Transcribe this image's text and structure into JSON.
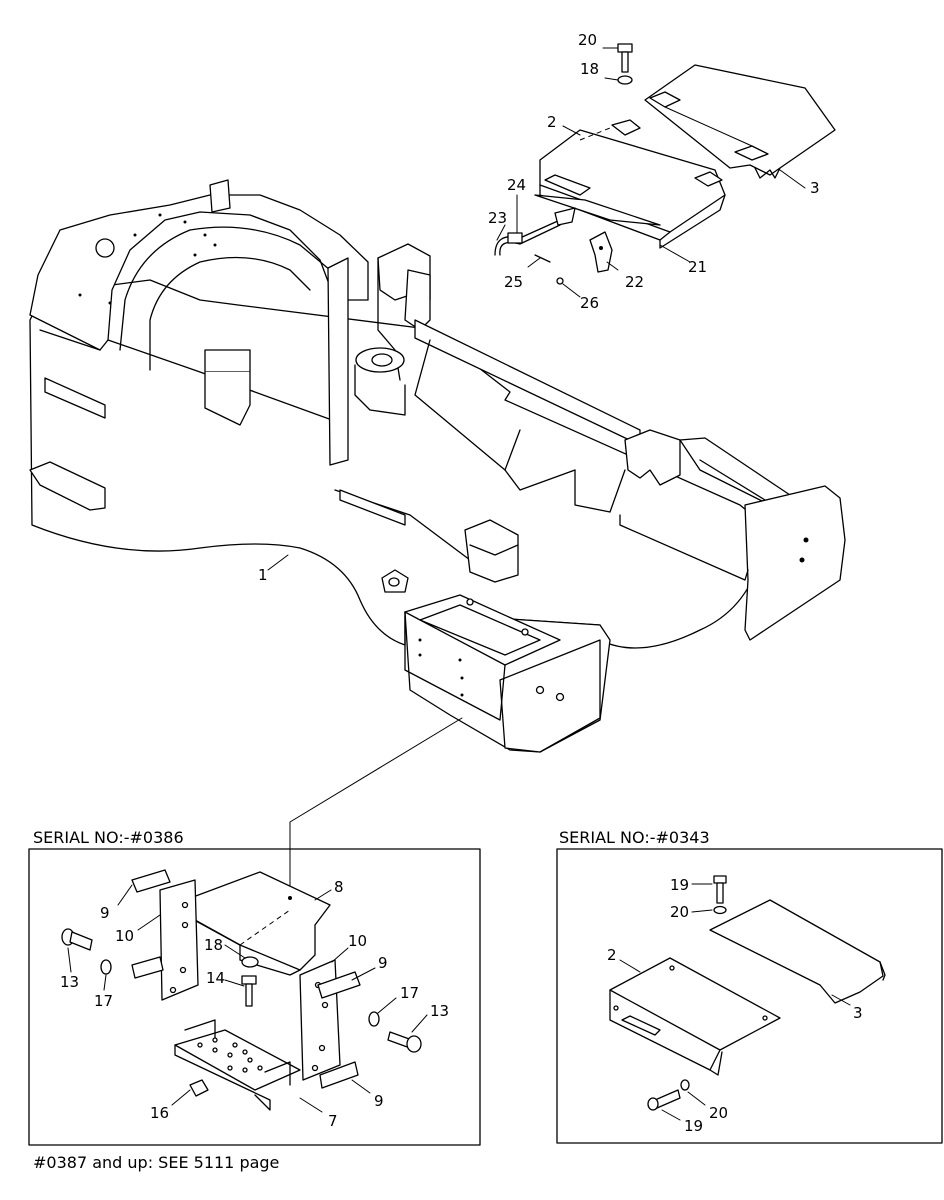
{
  "callouts": {
    "main": [
      {
        "id": "c20a",
        "text": "20"
      },
      {
        "id": "c18a",
        "text": "18"
      },
      {
        "id": "c2a",
        "text": "2"
      },
      {
        "id": "c3a",
        "text": "3"
      },
      {
        "id": "c24",
        "text": "24"
      },
      {
        "id": "c23",
        "text": "23"
      },
      {
        "id": "c25",
        "text": "25"
      },
      {
        "id": "c22",
        "text": "22"
      },
      {
        "id": "c21",
        "text": "21"
      },
      {
        "id": "c26",
        "text": "26"
      },
      {
        "id": "c1",
        "text": "1"
      }
    ],
    "left_box": [
      {
        "id": "c9a",
        "text": "9"
      },
      {
        "id": "c10a",
        "text": "10"
      },
      {
        "id": "c8",
        "text": "8"
      },
      {
        "id": "c13a",
        "text": "13"
      },
      {
        "id": "c17a",
        "text": "17"
      },
      {
        "id": "c18b",
        "text": "18"
      },
      {
        "id": "c14",
        "text": "14"
      },
      {
        "id": "c10b",
        "text": "10"
      },
      {
        "id": "c9b",
        "text": "9"
      },
      {
        "id": "c17b",
        "text": "17"
      },
      {
        "id": "c13b",
        "text": "13"
      },
      {
        "id": "c16",
        "text": "16"
      },
      {
        "id": "c7",
        "text": "7"
      },
      {
        "id": "c9c",
        "text": "9"
      }
    ],
    "right_box": [
      {
        "id": "c19a",
        "text": "19"
      },
      {
        "id": "c20b",
        "text": "20"
      },
      {
        "id": "c2b",
        "text": "2"
      },
      {
        "id": "c3b",
        "text": "3"
      },
      {
        "id": "c20c",
        "text": "20"
      },
      {
        "id": "c19b",
        "text": "19"
      }
    ]
  },
  "left_box_title": "SERIAL NO:-#0386",
  "right_box_title": "SERIAL NO:-#0343",
  "footnote": "#0387 and up: SEE 5111 page"
}
